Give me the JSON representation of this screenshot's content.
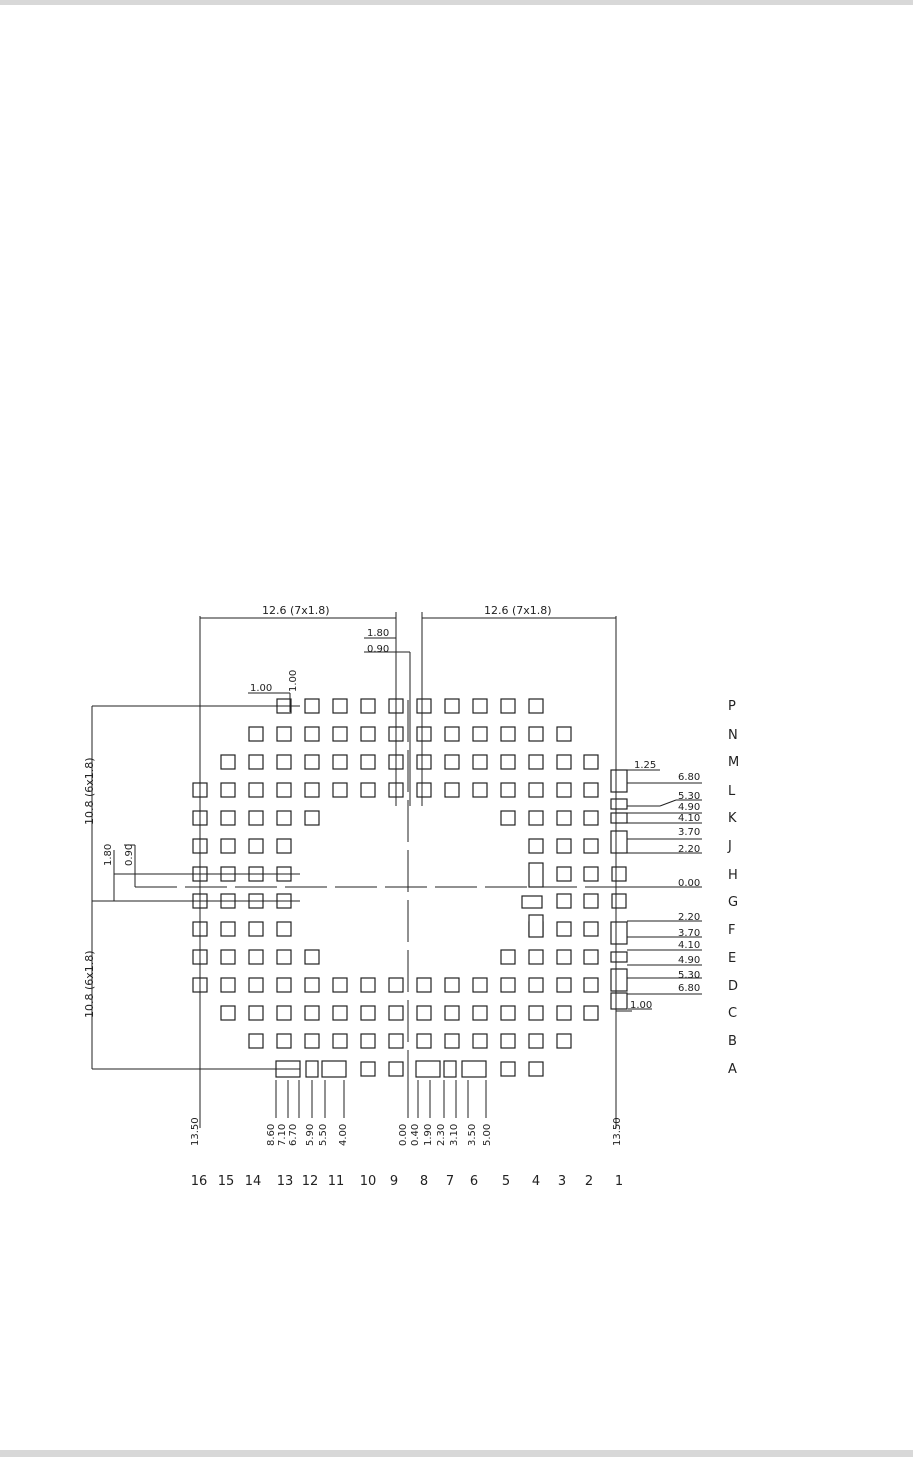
{
  "diagram": {
    "column_labels": [
      "16",
      "15",
      "14",
      "13",
      "12",
      "11",
      "10",
      "9",
      "8",
      "7",
      "6",
      "5",
      "4",
      "3",
      "2",
      "1"
    ],
    "row_labels": [
      "P",
      "N",
      "M",
      "L",
      "K",
      "J",
      "H",
      "G",
      "F",
      "E",
      "D",
      "C",
      "B",
      "A"
    ],
    "top_dims": {
      "left": "12.6  (7x1.8)",
      "right": "12.6  (7x1.8)",
      "pitch": "1.80",
      "half_pitch": "0.90"
    },
    "top_left_pad_dims": {
      "width": "1.00",
      "height": "1.00"
    },
    "left_dims": {
      "upper": "10.8  (6x1.8)",
      "lower": "10.8  (6x1.8)",
      "pitch": "1.80",
      "half_pitch": "0.90"
    },
    "right_dims": {
      "pad_width": "1.25",
      "pad_height": "1.00",
      "values": [
        "6.80",
        "5.30",
        "4.90",
        "4.10",
        "3.70",
        "2.20",
        "0.00",
        "2.20",
        "3.70",
        "4.10",
        "4.90",
        "5.30",
        "6.80"
      ]
    },
    "bottom_dims": {
      "edge_left": "13.50",
      "edge_right": "13.50",
      "left_group": [
        "8.60",
        "7.10",
        "6.70",
        "5.90",
        "5.50",
        "4.00"
      ],
      "right_group": [
        "0.00",
        "0.40",
        "1.90",
        "2.30",
        "3.10",
        "3.50",
        "5.00"
      ]
    }
  }
}
